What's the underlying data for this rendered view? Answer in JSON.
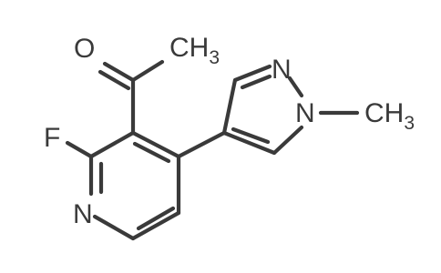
{
  "molecule": {
    "atoms": {
      "oxygen": "O",
      "fluorine": "F",
      "pyridine_nitrogen": "N",
      "pyrazole_n2": "N",
      "pyrazole_n1": "N",
      "acetyl_methyl": {
        "main": "CH",
        "sub": "3"
      },
      "n_methyl": {
        "main": "CH",
        "sub": "3"
      }
    }
  }
}
